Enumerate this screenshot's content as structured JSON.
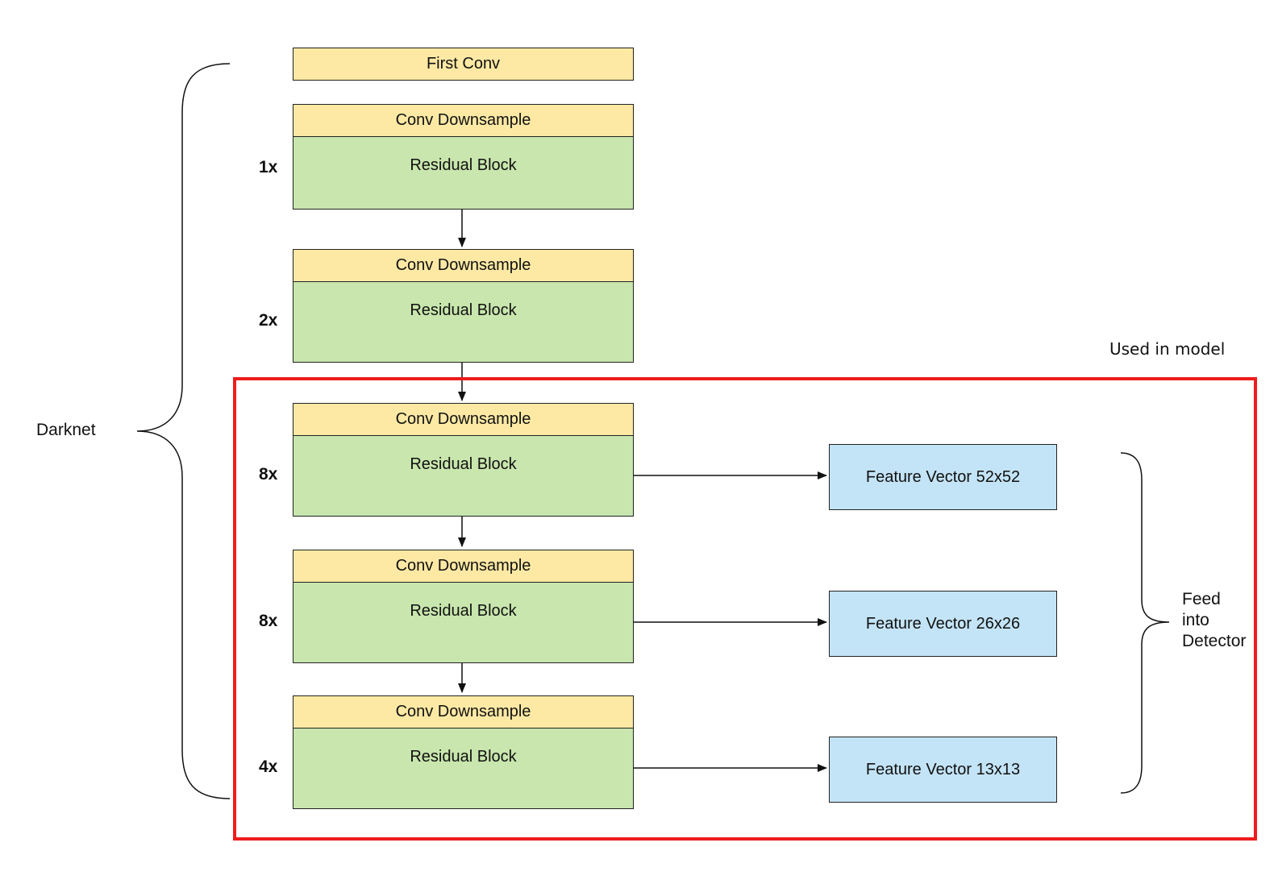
{
  "first_conv": "First Conv",
  "stages": [
    {
      "multiplier": "1x",
      "downsample": "Conv Downsample",
      "block": "Residual Block"
    },
    {
      "multiplier": "2x",
      "downsample": "Conv Downsample",
      "block": "Residual Block"
    },
    {
      "multiplier": "8x",
      "downsample": "Conv Downsample",
      "block": "Residual Block"
    },
    {
      "multiplier": "8x",
      "downsample": "Conv Downsample",
      "block": "Residual Block"
    },
    {
      "multiplier": "4x",
      "downsample": "Conv Downsample",
      "block": "Residual Block"
    }
  ],
  "features": [
    {
      "label": "Feature Vector 52x52"
    },
    {
      "label": "Feature Vector 26x26"
    },
    {
      "label": "Feature Vector 13x13"
    }
  ],
  "darknet_label": "Darknet",
  "used_in_model_label": "Used in model",
  "feed_label": [
    "Feed",
    "into",
    "Detector"
  ],
  "colors": {
    "downsample_fill": "#fde9a4",
    "residual_fill": "#c8e6ad",
    "feature_fill": "#c3e4f6",
    "highlight_frame": "#ee1c1c"
  }
}
